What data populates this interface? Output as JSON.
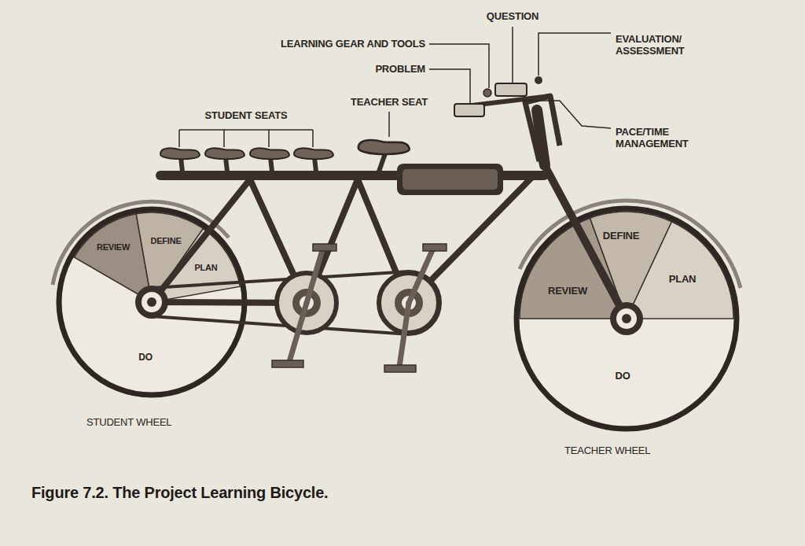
{
  "diagram": {
    "caption": "Figure 7.2. The Project Learning Bicycle.",
    "labels": [
      "QUESTION",
      "LEARNING GEAR AND TOOLS",
      "EVALUATION/ ASSESSMENT",
      "PROBLEM",
      "STUDENT SEATS",
      "TEACHER SEAT",
      "PACE/TIME MANAGEMENT",
      "REVIEW",
      "DEFINE",
      "PLAN",
      "DO",
      "DEFINE",
      "PLAN",
      "REVIEW",
      "DO",
      "STUDENT WHEEL",
      "TEACHER WHEEL"
    ]
  }
}
